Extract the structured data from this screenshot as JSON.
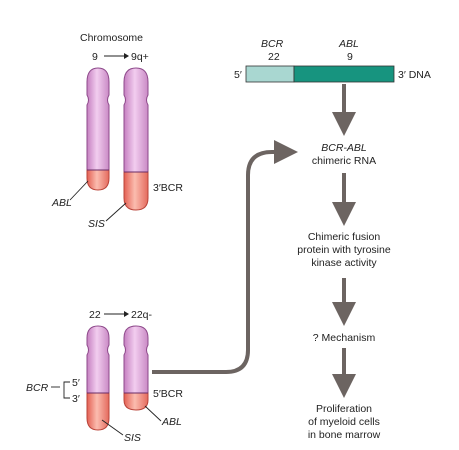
{
  "top_left": {
    "heading": "Chromosome",
    "pair_label_from": "9",
    "pair_label_to": "9q+",
    "abl_label": "ABL",
    "sis_label": "SIS",
    "bcr3_label": "3′BCR"
  },
  "bottom_left": {
    "pair_label_from": "22",
    "pair_label_to": "22q-",
    "bcr_label": "BCR",
    "five_prime": "5′",
    "three_prime": "3′",
    "bcr5_label": "5′BCR",
    "abl_label": "ABL",
    "sis_label": "SIS"
  },
  "dna_bar": {
    "gene1_name": "BCR",
    "gene1_chrom": "22",
    "gene2_name": "ABL",
    "gene2_chrom": "9",
    "left_end": "5′",
    "right_end": "3′ DNA"
  },
  "flow": {
    "step1_line1": "BCR-ABL",
    "step1_line2": "chimeric RNA",
    "step2_line1": "Chimeric fusion",
    "step2_line2": "protein with tyrosine",
    "step2_line3": "kinase activity",
    "step3": "? Mechanism",
    "step4_line1": "Proliferation",
    "step4_line2": "of myeloid cells",
    "step4_line3": "in bone marrow"
  },
  "colors": {
    "chromosome_fill": "#dba1d6",
    "chromosome_edge": "#8e4a8b",
    "segment_fill": "#ef8577",
    "bcr_bar": "#a9d7d1",
    "abl_bar": "#17947f",
    "arrow": "#6c6461"
  }
}
